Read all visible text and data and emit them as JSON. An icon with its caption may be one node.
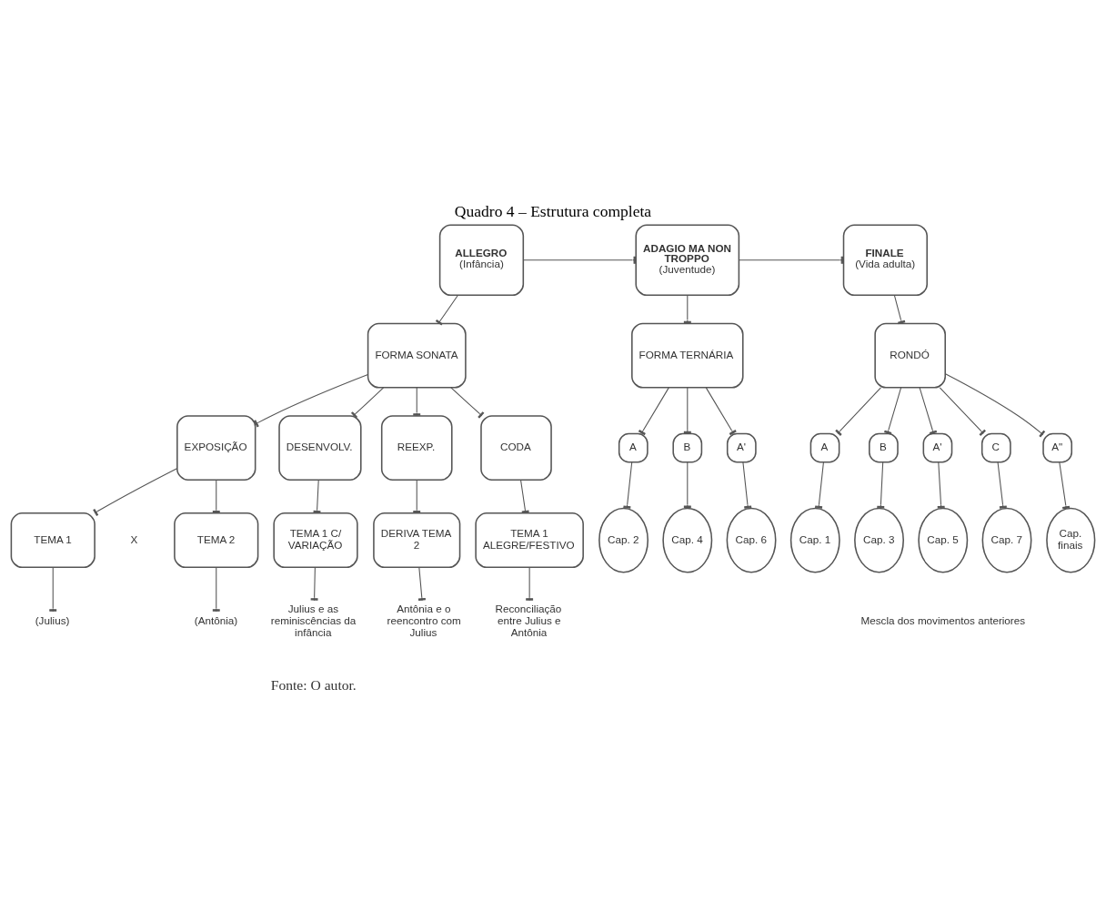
{
  "diagram": {
    "title": "Quadro 4 – Estrutura completa",
    "caption": "Fonte: O autor.",
    "nodes": [
      {
        "text": [
          "ALLEGRO",
          "(Infância)"
        ]
      },
      {
        "text": [
          "ADAGIO MA NON TROPPO",
          "(Juventude)"
        ]
      },
      {
        "text": [
          "FINALE",
          "(Vida adulta)"
        ]
      },
      {
        "text": [
          "FORMA SONATA"
        ]
      },
      {
        "text": [
          "FORMA TERNÁRIA"
        ]
      },
      {
        "text": [
          "RONDÓ"
        ]
      },
      {
        "text": [
          "EXPOSIÇÃO"
        ]
      },
      {
        "text": [
          "DESENVOLV."
        ]
      },
      {
        "text": [
          "REEXP."
        ]
      },
      {
        "text": [
          "CODA"
        ]
      },
      {
        "text": [
          "A"
        ]
      },
      {
        "text": [
          "B"
        ]
      },
      {
        "text": [
          "A'"
        ]
      },
      {
        "text": [
          "A"
        ]
      },
      {
        "text": [
          "B"
        ]
      },
      {
        "text": [
          "A'"
        ]
      },
      {
        "text": [
          "C"
        ]
      },
      {
        "text": [
          "A\""
        ]
      },
      {
        "text": [
          "Cap. 2"
        ]
      },
      {
        "text": [
          "Cap. 4"
        ]
      },
      {
        "text": [
          "Cap. 6"
        ]
      },
      {
        "text": [
          "Cap. 1"
        ]
      },
      {
        "text": [
          "Cap. 3"
        ]
      },
      {
        "text": [
          "Cap. 5"
        ]
      },
      {
        "text": [
          "Cap. 7"
        ]
      },
      {
        "text": [
          "Cap. finais"
        ]
      },
      {
        "text": [
          "TEMA 1"
        ]
      },
      {
        "text": [
          "TEMA 2"
        ]
      },
      {
        "text": [
          "TEMA 1 C/ VARIAÇÃO"
        ]
      },
      {
        "text": [
          "DERIVA TEMA 2"
        ]
      },
      {
        "text": [
          "TEMA 1 ALEGRE/FESTIVO"
        ]
      },
      {
        "text": [
          "(Julius)"
        ]
      },
      {
        "text": [
          "(Antônia)"
        ]
      },
      {
        "text": [
          "Julius e as reminiscências da infância"
        ]
      },
      {
        "text": [
          "Antônia e o reencontro com Julius"
        ]
      },
      {
        "text": [
          "Reconciliação entre Julius e Antônia"
        ]
      }
    ],
    "edges": [
      {
        "from": 0,
        "to": 1,
        "arrow": "other"
      },
      {
        "from": 1,
        "to": 2,
        "arrow": "other"
      },
      {
        "from": 0,
        "to": 3,
        "arrow": "other"
      },
      {
        "from": 1,
        "to": 4,
        "arrow": "other"
      },
      {
        "from": 2,
        "to": 5,
        "arrow": "other"
      },
      {
        "from": 3,
        "to": 6,
        "arrow": "other"
      },
      {
        "from": 3,
        "to": 7,
        "arrow": "other"
      },
      {
        "from": 3,
        "to": 8,
        "arrow": "other"
      },
      {
        "from": 3,
        "to": 9,
        "arrow": "other"
      },
      {
        "from": 4,
        "to": 10,
        "arrow": "other"
      },
      {
        "from": 4,
        "to": 11,
        "arrow": "other"
      },
      {
        "from": 4,
        "to": 12,
        "arrow": "other"
      },
      {
        "from": 5,
        "to": 13,
        "arrow": "other"
      },
      {
        "from": 5,
        "to": 14,
        "arrow": "other"
      },
      {
        "from": 5,
        "to": 15,
        "arrow": "other"
      },
      {
        "from": 5,
        "to": 16,
        "arrow": "other"
      },
      {
        "from": 5,
        "to": 17,
        "arrow": "other"
      },
      {
        "from": 10,
        "to": 18,
        "arrow": "other"
      },
      {
        "from": 11,
        "to": 19,
        "arrow": "other"
      },
      {
        "from": 12,
        "to": 20,
        "arrow": "other"
      },
      {
        "from": 13,
        "to": 21,
        "arrow": "other"
      },
      {
        "from": 14,
        "to": 22,
        "arrow": "other"
      },
      {
        "from": 15,
        "to": 23,
        "arrow": "other"
      },
      {
        "from": 16,
        "to": 24,
        "arrow": "other"
      },
      {
        "from": 17,
        "to": 25,
        "arrow": "other"
      },
      {
        "from": 6,
        "to": 26,
        "arrow": "other"
      },
      {
        "from": 6,
        "to": 27,
        "arrow": "other"
      },
      {
        "from": 7,
        "to": 28,
        "arrow": "other"
      },
      {
        "from": 8,
        "to": 29,
        "arrow": "other"
      },
      {
        "from": 9,
        "to": 30,
        "arrow": "other"
      },
      {
        "from": 26,
        "to": 31,
        "arrow": "other"
      },
      {
        "from": 27,
        "to": 32,
        "arrow": "other"
      },
      {
        "from": 28,
        "to": 33,
        "arrow": "other"
      },
      {
        "from": 29,
        "to": 34,
        "arrow": "other"
      },
      {
        "from": 30,
        "to": 35,
        "arrow": "other"
      }
    ],
    "labels": [
      "X",
      "Mescla dos movimentos anteriores"
    ]
  }
}
